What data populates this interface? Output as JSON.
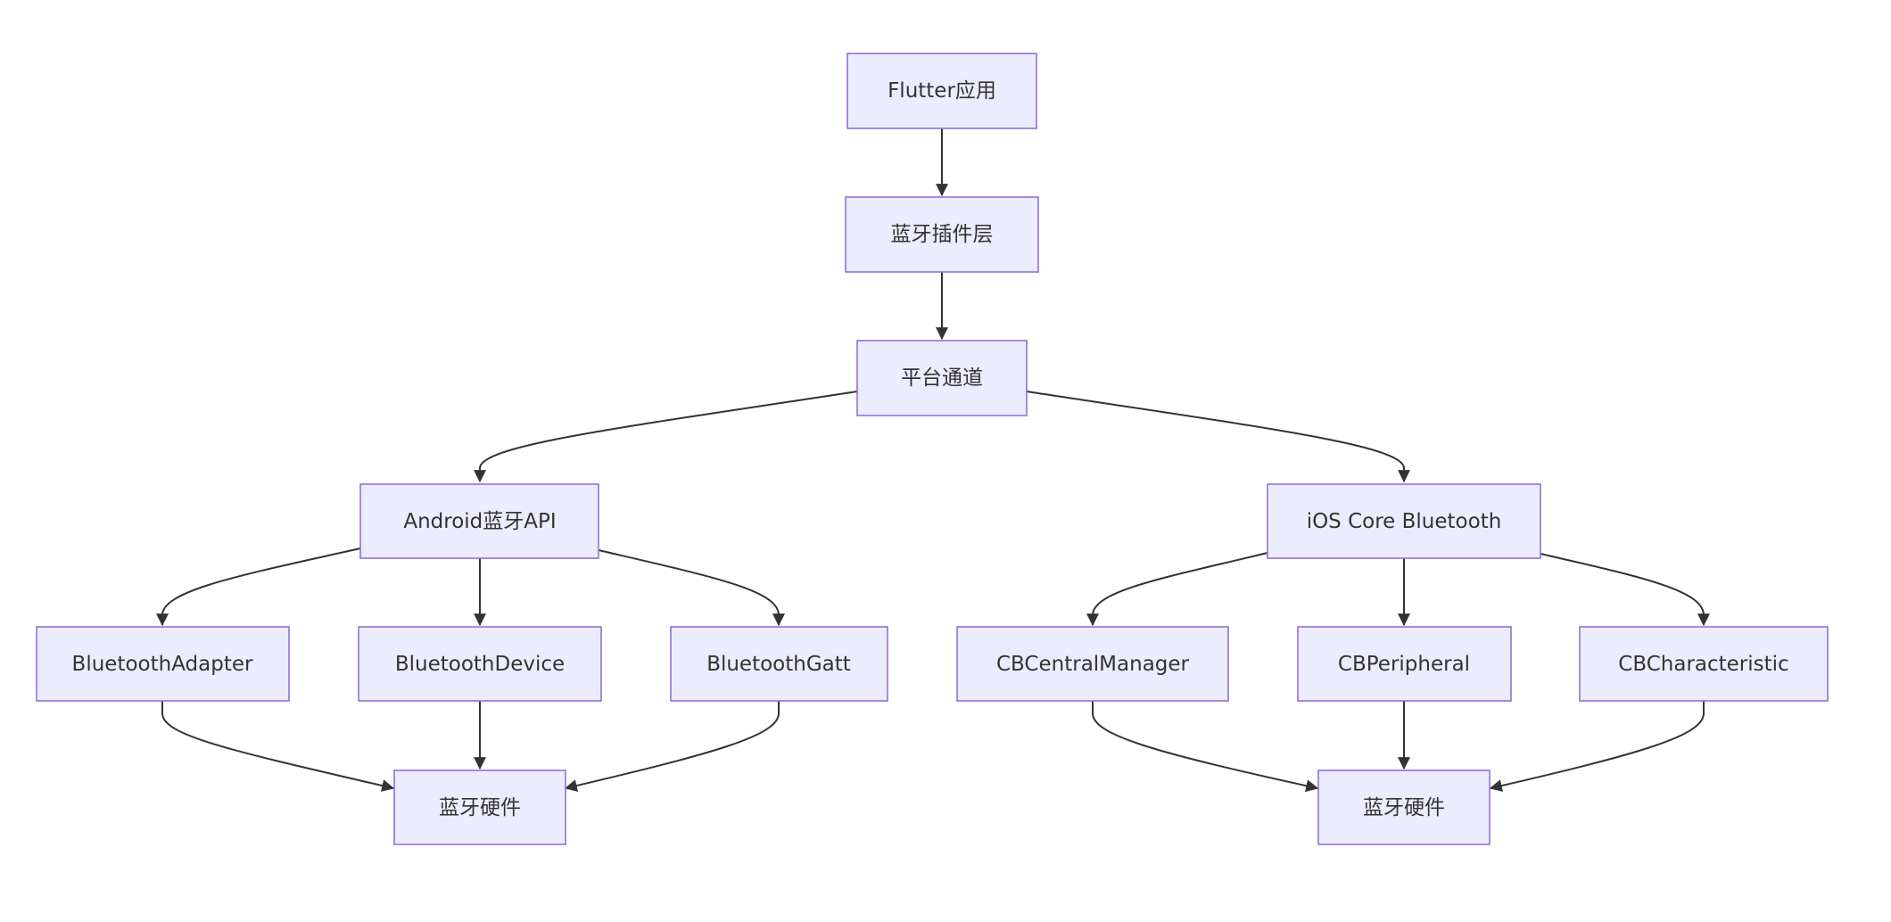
{
  "diagram": {
    "colors": {
      "node_fill": "#ECECFF",
      "node_stroke": "#9370DB",
      "edge": "#333333",
      "text": "#333333",
      "background": "#ffffff"
    },
    "nodes": {
      "flutter_app": {
        "label": "Flutter应用"
      },
      "plugin_layer": {
        "label": "蓝牙插件层"
      },
      "platform_channel": {
        "label": "平台通道"
      },
      "android_api": {
        "label": "Android蓝牙API"
      },
      "ios_core_bluetooth": {
        "label": "iOS Core Bluetooth"
      },
      "bluetooth_adapter": {
        "label": "BluetoothAdapter"
      },
      "bluetooth_device": {
        "label": "BluetoothDevice"
      },
      "bluetooth_gatt": {
        "label": "BluetoothGatt"
      },
      "cb_central_manager": {
        "label": "CBCentralManager"
      },
      "cb_peripheral": {
        "label": "CBPeripheral"
      },
      "cb_characteristic": {
        "label": "CBCharacteristic"
      },
      "android_hardware": {
        "label": "蓝牙硬件"
      },
      "ios_hardware": {
        "label": "蓝牙硬件"
      }
    },
    "edges": [
      {
        "from": "flutter_app",
        "to": "plugin_layer"
      },
      {
        "from": "plugin_layer",
        "to": "platform_channel"
      },
      {
        "from": "platform_channel",
        "to": "android_api"
      },
      {
        "from": "platform_channel",
        "to": "ios_core_bluetooth"
      },
      {
        "from": "android_api",
        "to": "bluetooth_adapter"
      },
      {
        "from": "android_api",
        "to": "bluetooth_device"
      },
      {
        "from": "android_api",
        "to": "bluetooth_gatt"
      },
      {
        "from": "ios_core_bluetooth",
        "to": "cb_central_manager"
      },
      {
        "from": "ios_core_bluetooth",
        "to": "cb_peripheral"
      },
      {
        "from": "ios_core_bluetooth",
        "to": "cb_characteristic"
      },
      {
        "from": "bluetooth_adapter",
        "to": "android_hardware"
      },
      {
        "from": "bluetooth_device",
        "to": "android_hardware"
      },
      {
        "from": "bluetooth_gatt",
        "to": "android_hardware"
      },
      {
        "from": "cb_central_manager",
        "to": "ios_hardware"
      },
      {
        "from": "cb_peripheral",
        "to": "ios_hardware"
      },
      {
        "from": "cb_characteristic",
        "to": "ios_hardware"
      }
    ]
  }
}
